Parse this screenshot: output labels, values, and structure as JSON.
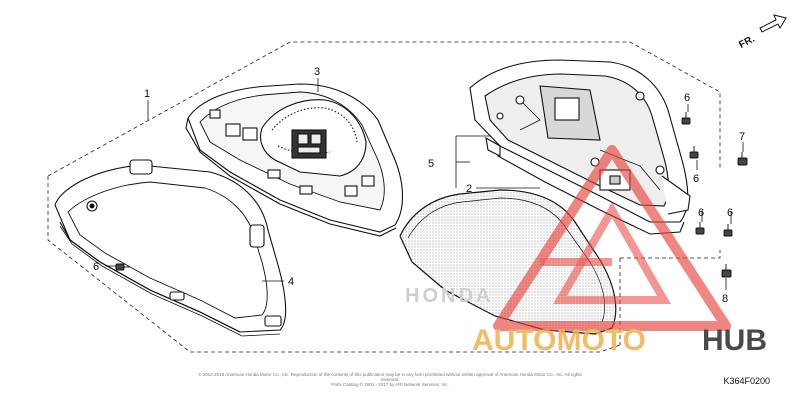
{
  "diagram": {
    "direction_label": "FR.",
    "figure_code": "K364F0200",
    "copyright_line1": "© 2013-2018 American Honda Motor Co., Inc. Reproduction of the contents of this publication may be in any form prohibited without written approval of American Honda Motor Co., Inc. All rights reserved.",
    "copyright_line2": "Parts Catalog © 2001 - 2017 by ARI Network Services, Inc.",
    "callouts": {
      "c1": "1",
      "c2": "2",
      "c3": "3",
      "c4": "4",
      "c5": "5",
      "c6a": "6",
      "c6b": "6",
      "c6c": "6",
      "c6d": "6",
      "c6e": "6",
      "c7": "7",
      "c8": "8"
    }
  },
  "watermark": {
    "text_part1": "AUTOMOTO",
    "text_part2": "HUB",
    "color_primary": "#f2b04c",
    "color_secondary": "#2b2b2b",
    "triangle_color": "#e8413c"
  }
}
